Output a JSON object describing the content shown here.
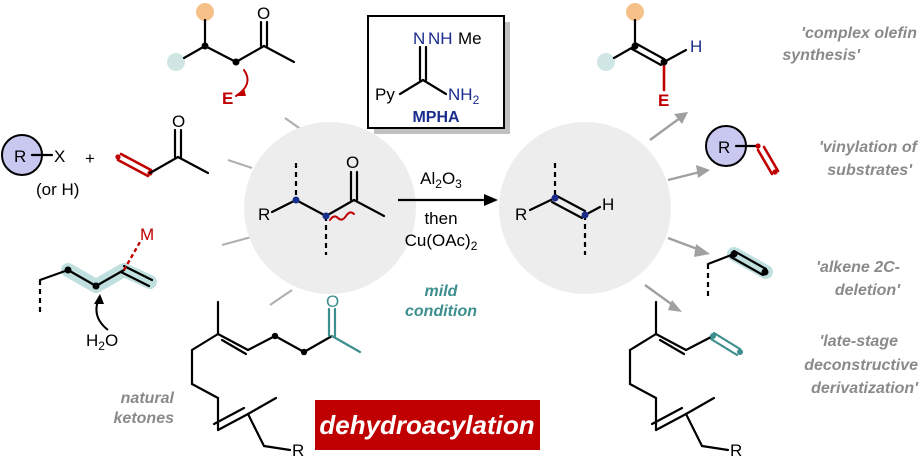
{
  "reagent_box": {
    "atom_n1": "N",
    "atom_nh": "NH",
    "atom_me": "Me",
    "atom_py": "Py",
    "atom_nh2": "NH",
    "atom_nh2_sub": "2",
    "name": "MPHA"
  },
  "conditions": {
    "reagent1": "Al",
    "reagent1_sub1": "2",
    "reagent1_o": "O",
    "reagent1_sub2": "3",
    "then": "then",
    "reagent2": "Cu(OAc)",
    "reagent2_sub": "2",
    "mild_line1": "mild",
    "mild_line2": "condition"
  },
  "center_left": {
    "r_label": "R"
  },
  "center_right": {
    "r_label": "R",
    "h_label": "H"
  },
  "left_inputs": {
    "electrophile": "E",
    "rx_r": "R",
    "rx_x": "X",
    "plus": "+",
    "or_h": "(or H)",
    "metal": "M",
    "water": "H",
    "water_sub": "2",
    "water_o": "O",
    "natural_line1": "natural",
    "natural_line2": "ketones",
    "nat_r": "R"
  },
  "right_outputs": {
    "olefin_h": "H",
    "olefin_e": "E",
    "vinyl_r": "R",
    "late_r": "R"
  },
  "captions": {
    "complex_line1": "'complex olefin",
    "complex_line2": "synthesis'",
    "vinyl_line1": "'vinylation of",
    "vinyl_line2": "substrates'",
    "alkene_line1": "'alkene 2C-",
    "alkene_line2": "deletion'",
    "late_line1": "'late-stage",
    "late_line2": "deconstructive",
    "late_line3": "derivatization'"
  },
  "banner": {
    "text": "dehydroacylation"
  },
  "colors": {
    "accent_red": "#c00000",
    "accent_teal": "#3d8e8e",
    "accent_blue": "#1a2c8c",
    "caption_gray": "#8a8a8a",
    "circle_gray": "#ededed",
    "highlight_teal": "#bfe0df",
    "orange_sphere": "#f5c08a",
    "teal_sphere": "#cfe6e4",
    "lavender_sphere": "#c8c8f0"
  }
}
